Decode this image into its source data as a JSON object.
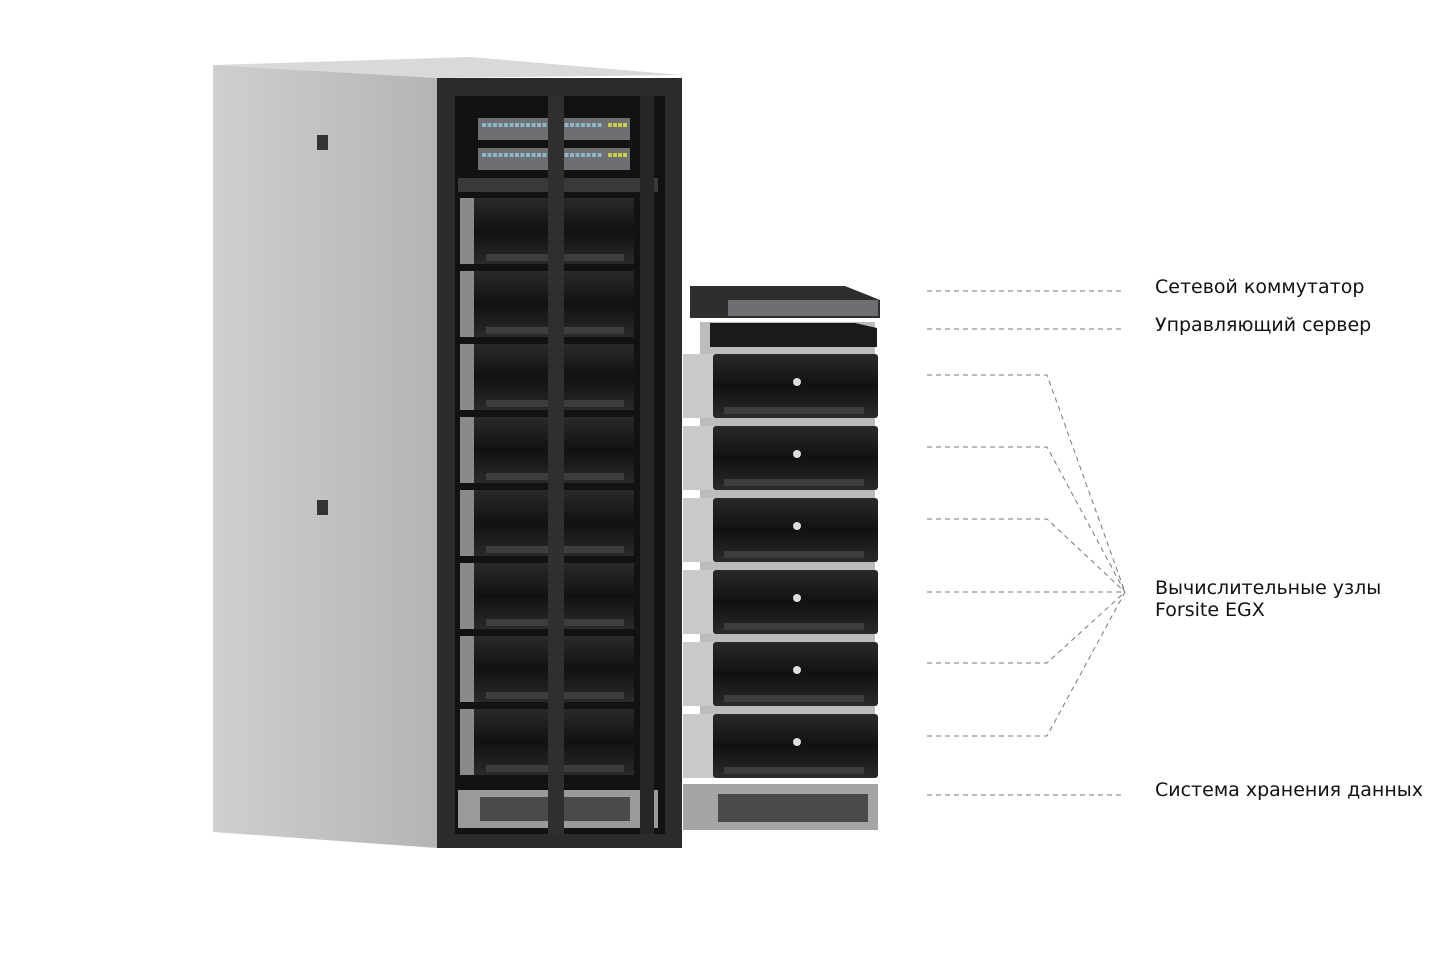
{
  "labels": {
    "network_switch": "Сетевой коммутатор",
    "management_server": "Управляющий сервер",
    "compute_nodes_line1": "Вычислительные узлы",
    "compute_nodes_line2": "Forsite EGX",
    "storage_system": "Система хранения данных"
  },
  "colors": {
    "rack_side": "#c4c4c4",
    "rack_front": "#2b2b2b",
    "server_face": "#151515",
    "leader_line": "#777777"
  },
  "counts": {
    "rack_compute_nodes": 8,
    "stack_compute_nodes": 6
  }
}
